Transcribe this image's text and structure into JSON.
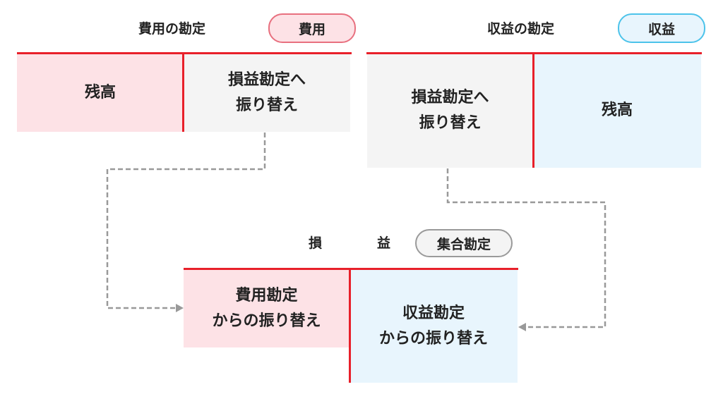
{
  "expense": {
    "title": "費用の勘定",
    "badge": "費用",
    "left_cell": "残高",
    "right_cell_line1": "損益勘定へ",
    "right_cell_line2": "振り替え"
  },
  "revenue": {
    "title": "収益の勘定",
    "badge": "収益",
    "left_cell_line1": "損益勘定へ",
    "left_cell_line2": "振り替え",
    "right_cell": "残高"
  },
  "profit_loss": {
    "title_char1": "損",
    "title_char2": "益",
    "badge": "集合勘定",
    "left_cell_line1": "費用勘定",
    "left_cell_line2": "からの振り替え",
    "right_cell_line1": "収益勘定",
    "right_cell_line2": "からの振り替え"
  },
  "colors": {
    "ledger_line": "#e8202a",
    "expense_fill": "#fde2e6",
    "expense_badge_border": "#e8707f",
    "revenue_fill": "#e8f5fd",
    "revenue_badge_border": "#4cc3ea",
    "neutral_fill": "#f4f4f4",
    "neutral_badge_border": "#9a9a9a",
    "connector": "#999999"
  }
}
